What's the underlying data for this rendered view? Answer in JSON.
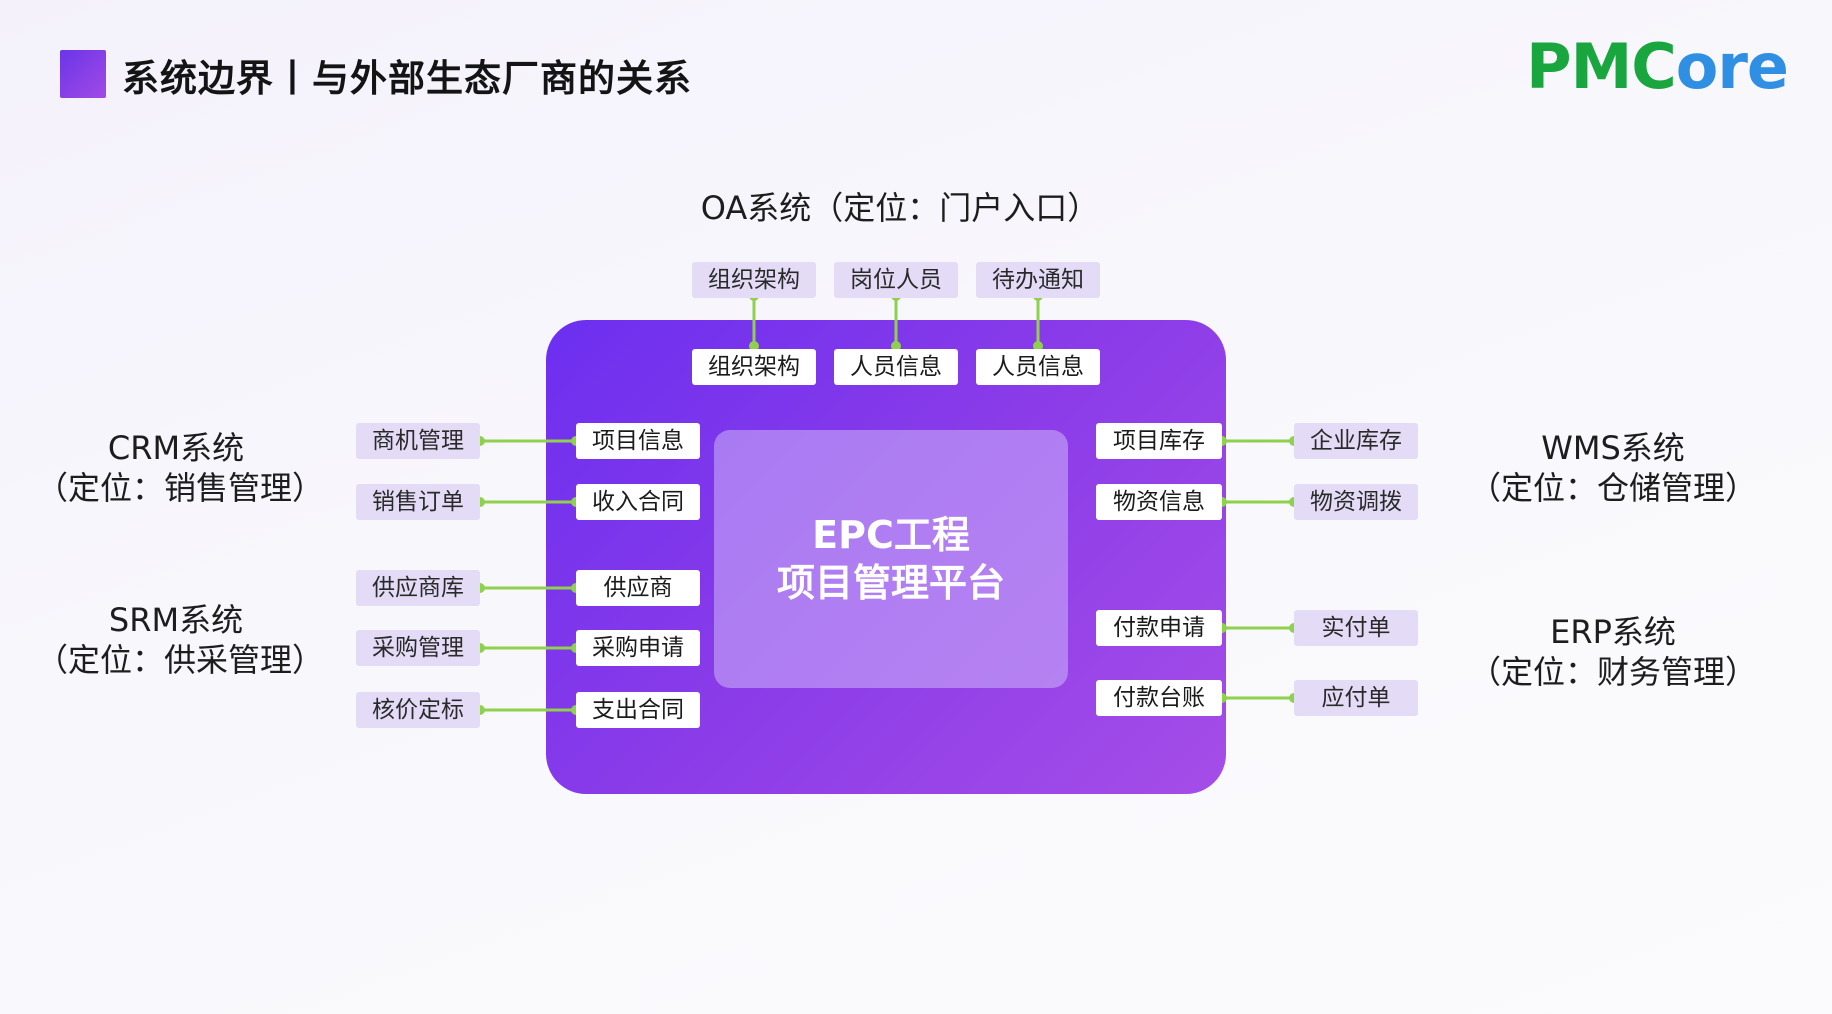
{
  "header": {
    "title": "系统边界丨与外部生态厂商的关系",
    "brand_pm": "PMC",
    "brand_core": "ore",
    "brand_colors": {
      "pm": "#1aa63e",
      "core": "#2f8fe3"
    }
  },
  "platform": {
    "line1": "EPC工程",
    "line2": "项目管理平台"
  },
  "external_systems": {
    "oa": {
      "title": "OA系统（定位：门户入口）"
    },
    "crm": {
      "line1": "CRM系统",
      "line2": "（定位：销售管理）"
    },
    "srm": {
      "line1": "SRM系统",
      "line2": "（定位：供采管理）"
    },
    "wms": {
      "line1": "WMS系统",
      "line2": "（定位：仓储管理）"
    },
    "erp": {
      "line1": "ERP系统",
      "line2": "（定位：财务管理）"
    }
  },
  "oa_tags": [
    "组织架构",
    "岗位人员",
    "待办通知"
  ],
  "platform_top_tags": [
    "组织架构",
    "人员信息",
    "人员信息"
  ],
  "crm_tags": [
    "商机管理",
    "销售订单"
  ],
  "srm_tags": [
    "供应商库",
    "采购管理",
    "核价定标"
  ],
  "platform_left_tags": [
    "项目信息",
    "收入合同",
    "供应商",
    "采购申请",
    "支出合同"
  ],
  "platform_right_tags": [
    "项目库存",
    "物资信息",
    "付款申请",
    "付款台账"
  ],
  "wms_tags": [
    "企业库存",
    "物资调拨"
  ],
  "erp_tags": [
    "实付单",
    "应付单"
  ],
  "colors": {
    "platform_start": "#6c2ff0",
    "platform_end": "#a54de8",
    "connector": "#8fd14f",
    "ext_tag_bg": "#e4dcf7"
  }
}
